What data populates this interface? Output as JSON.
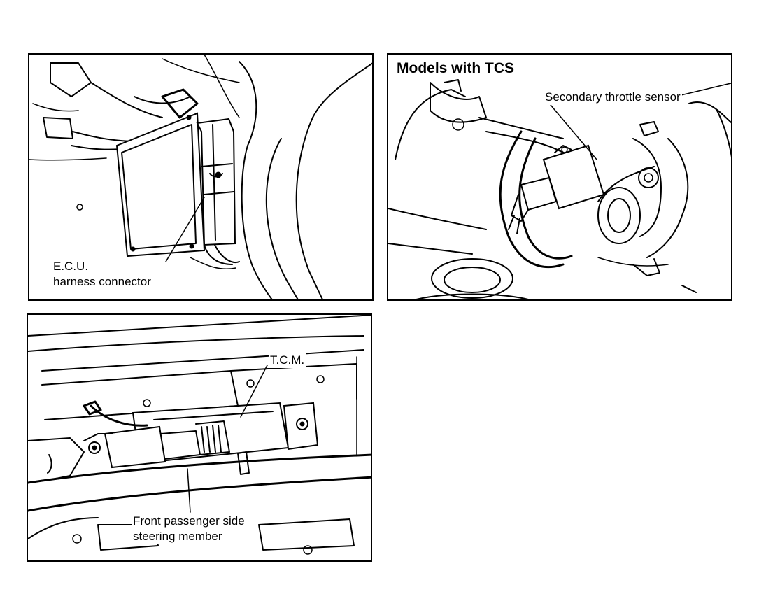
{
  "panels": {
    "ecu": {
      "label_line1": "E.C.U.",
      "label_line2": "harness connector"
    },
    "tcs": {
      "title": "Models with TCS",
      "label": "Secondary throttle sensor"
    },
    "tcm": {
      "label": "T.C.M.",
      "label_line1": "Front passenger side",
      "label_line2": "steering member"
    }
  },
  "icons": {
    "ecu_panel": "ecu-illustration",
    "tcs_panel": "throttle-body-illustration",
    "tcm_panel": "tcm-illustration"
  }
}
